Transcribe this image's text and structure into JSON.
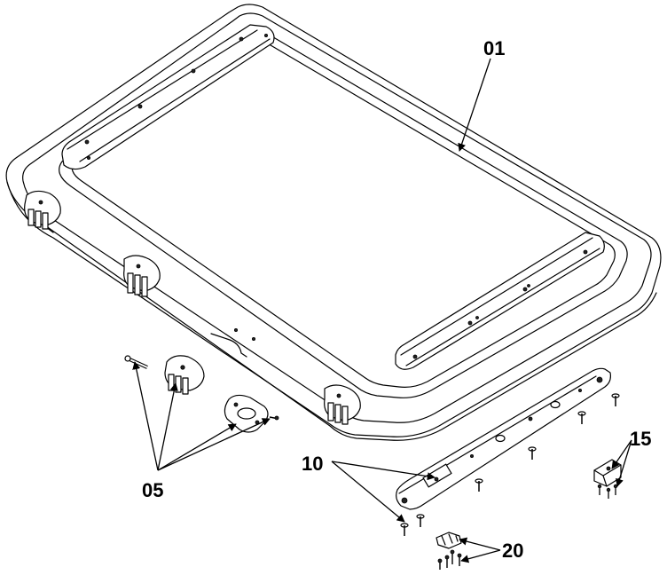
{
  "callouts": {
    "lid": "01",
    "hinge_parts": "05",
    "hinge_rail": "10",
    "bracket": "15",
    "clips": "20"
  }
}
